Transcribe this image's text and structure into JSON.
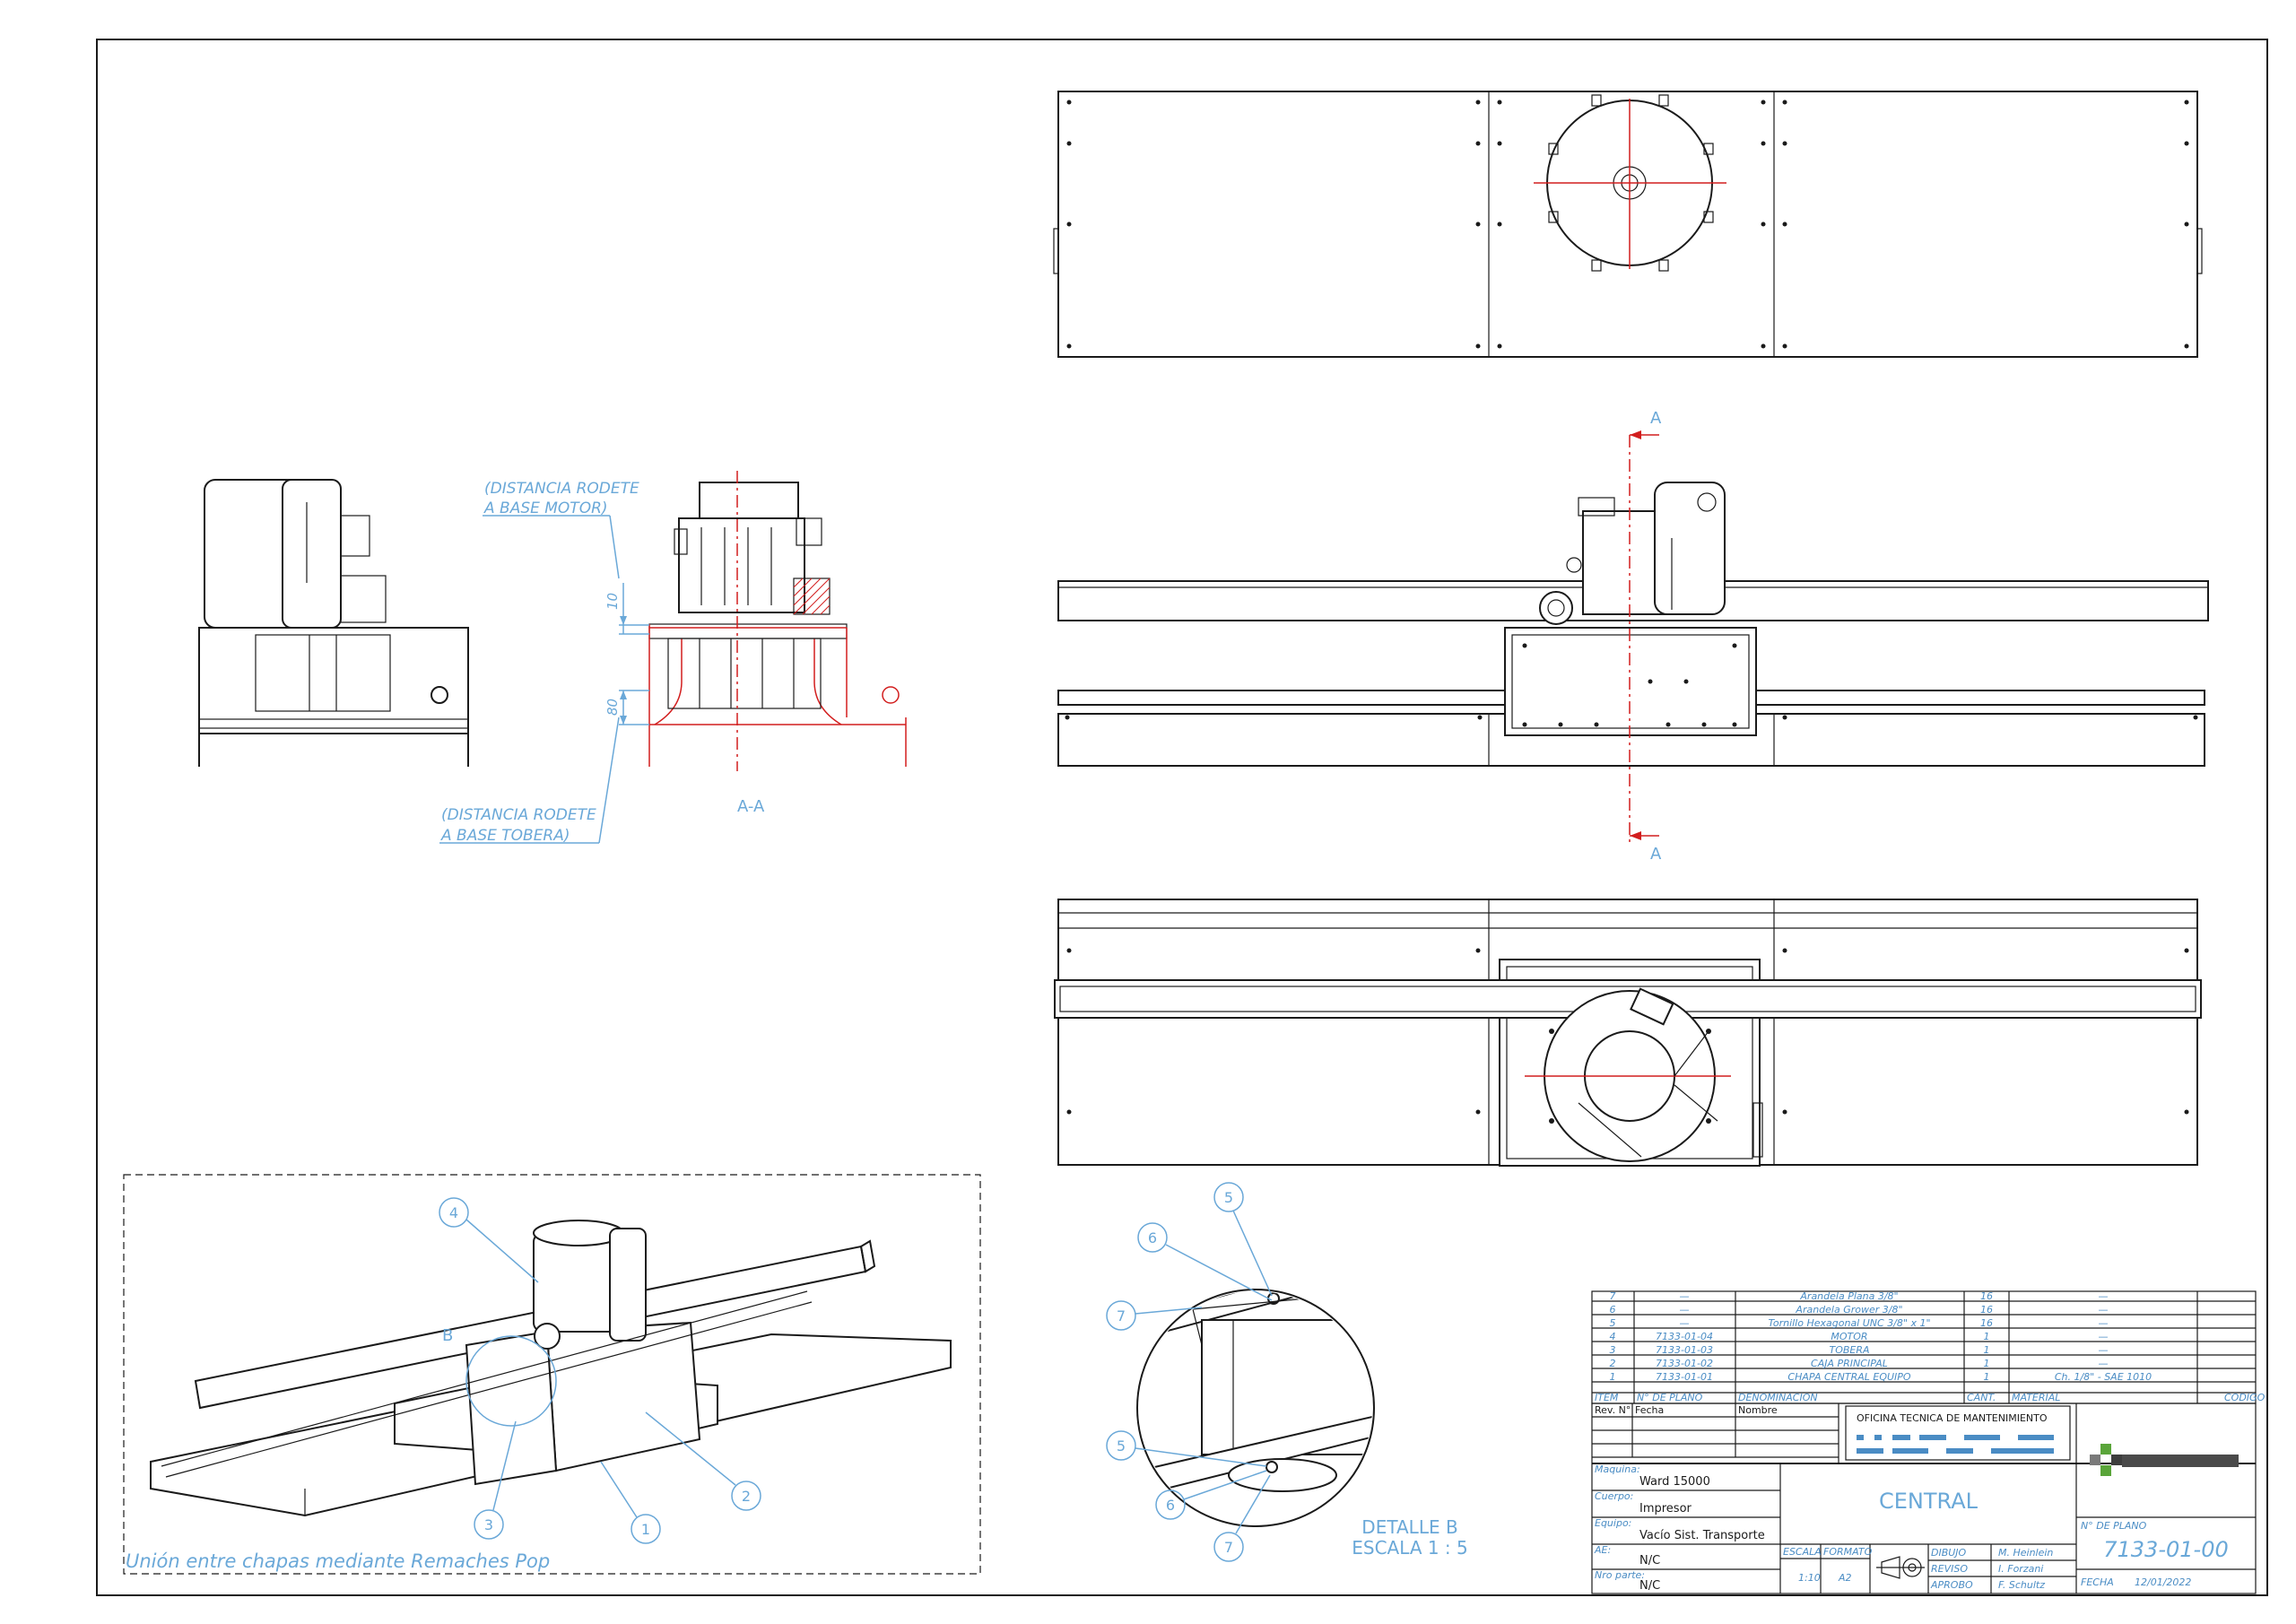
{
  "drawing": {
    "section_label": "A-A",
    "section_marker": "A",
    "dimension_upper": "10",
    "dimension_lower": "80",
    "note_motor_line1": "(DISTANCIA RODETE",
    "note_motor_line2": "A BASE MOTOR)",
    "note_tobera_line1": "(DISTANCIA RODETE",
    "note_tobera_line2": "A BASE TOBERA)",
    "iso_note": "Unión entre chapas mediante Remaches Pop",
    "iso_detail_marker": "B",
    "detail_title": "DETALLE B",
    "detail_scale": "ESCALA 1 : 5",
    "balloons_iso": [
      "4",
      "3",
      "1",
      "2"
    ],
    "balloons_detail": [
      "5",
      "6",
      "7",
      "5",
      "6",
      "7"
    ]
  },
  "bom": {
    "headers": [
      "ITEM",
      "N° DE PLANO",
      "DENOMINACION",
      "CANT.",
      "MATERIAL",
      "CODIGO"
    ],
    "rows": [
      [
        "7",
        "—",
        "Arandela Plana 3/8\"",
        "16",
        "—",
        ""
      ],
      [
        "6",
        "—",
        "Arandela Grower 3/8\"",
        "16",
        "—",
        ""
      ],
      [
        "5",
        "—",
        "Tornillo Hexagonal UNC 3/8\" x 1\"",
        "16",
        "—",
        ""
      ],
      [
        "4",
        "7133-01-04",
        "MOTOR",
        "1",
        "—",
        ""
      ],
      [
        "3",
        "7133-01-03",
        "TOBERA",
        "1",
        "—",
        ""
      ],
      [
        "2",
        "7133-01-02",
        "CAJA PRINCIPAL",
        "1",
        "—",
        ""
      ],
      [
        "1",
        "7133-01-01",
        "CHAPA CENTRAL EQUIPO",
        "1",
        "Ch. 1/8\" - SAE 1010",
        ""
      ]
    ]
  },
  "title_block": {
    "rev_header": "Rev. N°",
    "fecha_header": "Fecha",
    "nombre_header": "Nombre",
    "office": "OFICINA TECNICA DE MANTENIMIENTO",
    "maquina_label": "Maquina:",
    "maquina": "Ward 15000",
    "cuerpo_label": "Cuerpo:",
    "cuerpo": "Impresor",
    "equipo_label": "Equipo:",
    "equipo": "Vacío Sist. Transporte",
    "ae_label": "AE:",
    "ae": "N/C",
    "nro_parte_label": "Nro parte:",
    "nro_parte": "N/C",
    "name": "CENTRAL",
    "escala_label": "ESCALA",
    "escala": "1:10",
    "formato_label": "FORMATO",
    "formato": "A2",
    "dibujo_label": "DIBUJO",
    "dibujo": "M. Heinlein",
    "reviso_label": "REVISO",
    "reviso": "I. Forzani",
    "aprobo_label": "APROBO",
    "aprobo": "F. Schultz",
    "plano_label": "N° DE PLANO",
    "plano": "7133-01-00",
    "fecha_label": "FECHA",
    "fecha": "12/01/2022"
  }
}
